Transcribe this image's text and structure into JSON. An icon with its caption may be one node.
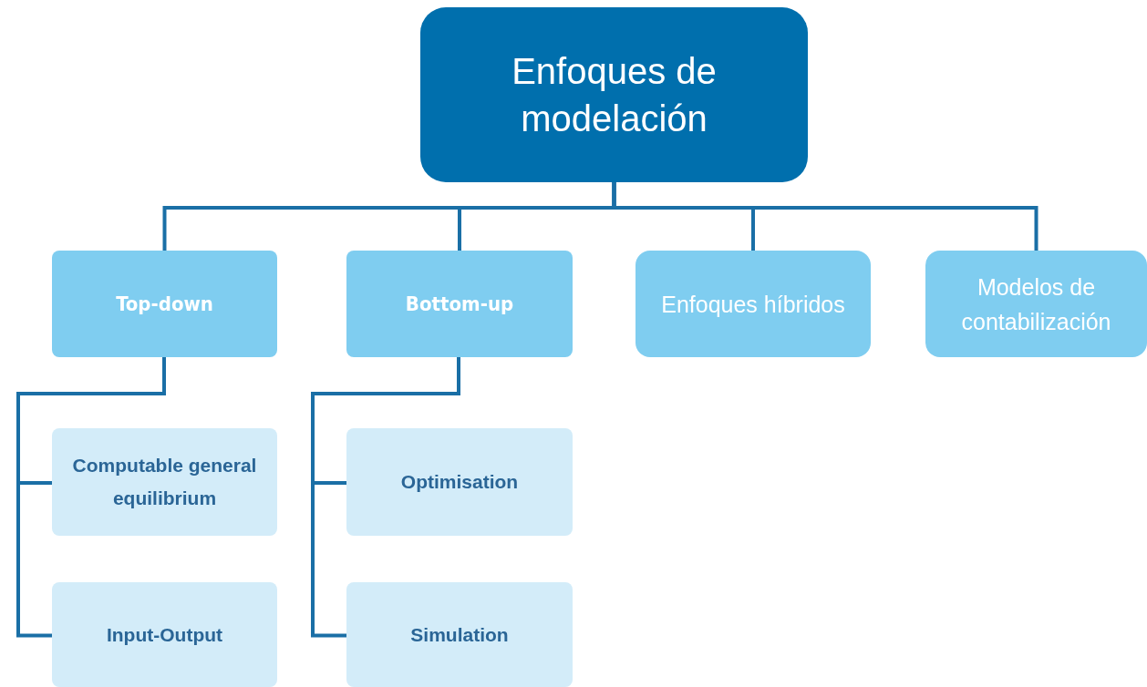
{
  "diagram": {
    "nodes": [
      {
        "text": [
          "Enfoques de modelación"
        ]
      },
      {
        "text": [
          "Top-down"
        ]
      },
      {
        "text": [
          "Bottom-up"
        ]
      },
      {
        "text": [
          "Enfoques híbridos"
        ]
      },
      {
        "text": [
          "Modelos de contabilización"
        ]
      },
      {
        "text": [
          "Computable general equilibrium"
        ]
      },
      {
        "text": [
          "Input-Output"
        ]
      },
      {
        "text": [
          "Optimisation"
        ]
      },
      {
        "text": [
          "Simulation"
        ]
      }
    ],
    "edges": [
      {
        "from": 0,
        "to": 1,
        "arrow": "none"
      },
      {
        "from": 0,
        "to": 2,
        "arrow": "none"
      },
      {
        "from": 0,
        "to": 3,
        "arrow": "none"
      },
      {
        "from": 0,
        "to": 4,
        "arrow": "none"
      },
      {
        "from": 1,
        "to": 5,
        "arrow": "none"
      },
      {
        "from": 1,
        "to": 6,
        "arrow": "none"
      },
      {
        "from": 2,
        "to": 7,
        "arrow": "none"
      },
      {
        "from": 2,
        "to": 8,
        "arrow": "none"
      }
    ]
  }
}
